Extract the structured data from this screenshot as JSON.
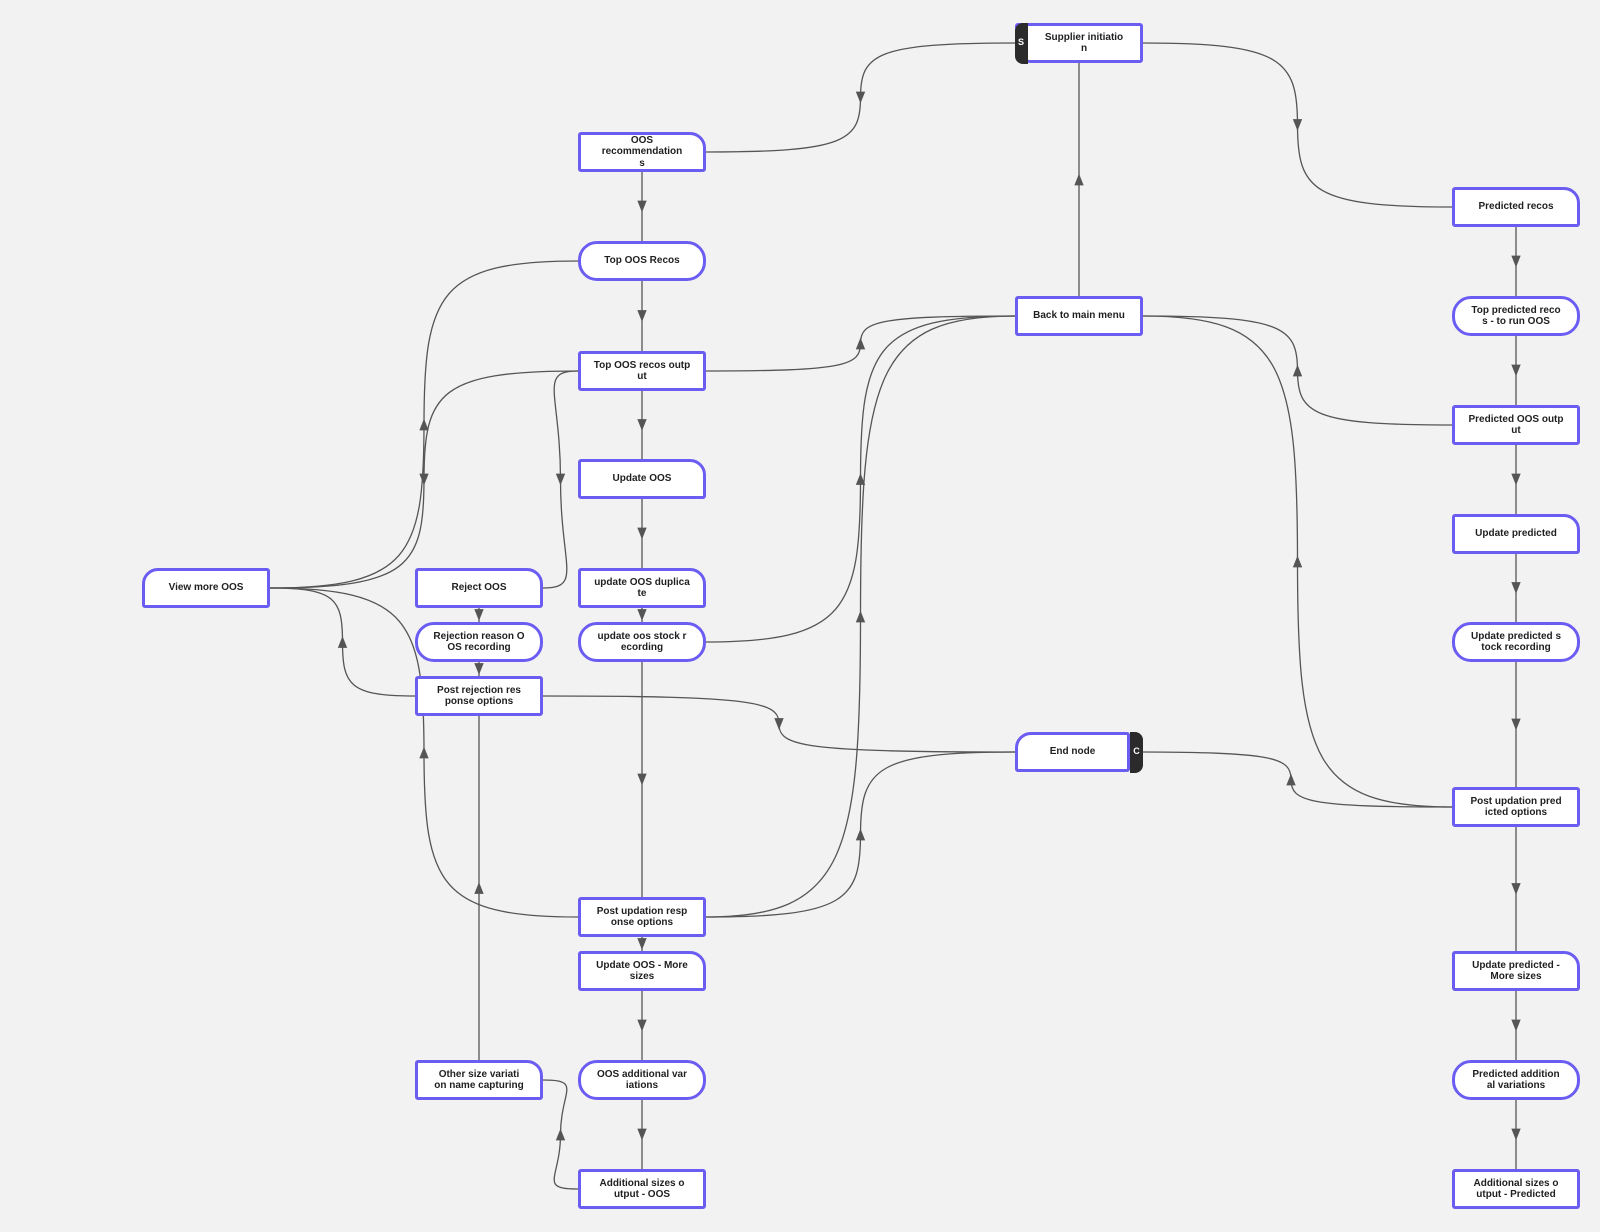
{
  "diagram": {
    "nodes": [
      {
        "id": "supplier_initiation",
        "label": "Supplier initiatio\nn",
        "badge": "S"
      },
      {
        "id": "oos_recommendations",
        "label": "OOS recommendation\ns"
      },
      {
        "id": "top_oos_recos",
        "label": "Top OOS Recos"
      },
      {
        "id": "top_oos_recos_output",
        "label": "Top OOS recos outp\nut"
      },
      {
        "id": "update_oos",
        "label": "Update OOS"
      },
      {
        "id": "update_oos_duplicate",
        "label": "update OOS duplica\nte"
      },
      {
        "id": "update_oos_stock_recording",
        "label": "update oos stock r\necording"
      },
      {
        "id": "view_more_oos",
        "label": "View more OOS"
      },
      {
        "id": "reject_oos",
        "label": "Reject OOS"
      },
      {
        "id": "rejection_reason",
        "label": "Rejection reason O\nOS recording"
      },
      {
        "id": "post_rejection",
        "label": "Post rejection res\nponse options"
      },
      {
        "id": "back_to_main_menu",
        "label": "Back to main menu"
      },
      {
        "id": "end_node",
        "label": "End node",
        "badge": "C"
      },
      {
        "id": "post_updation_response",
        "label": "Post updation resp\nonse options"
      },
      {
        "id": "update_oos_more_sizes",
        "label": "Update OOS - More\nsizes"
      },
      {
        "id": "oos_additional_variations",
        "label": "OOS additional var\niations"
      },
      {
        "id": "additional_sizes_output_oos",
        "label": "Additional sizes o\nutput - OOS"
      },
      {
        "id": "other_size_variation",
        "label": "Other size variati\non name capturing"
      },
      {
        "id": "predicted_recos",
        "label": "Predicted recos"
      },
      {
        "id": "top_predicted_recos",
        "label": "Top predicted reco\ns - to run OOS"
      },
      {
        "id": "predicted_oos_output",
        "label": "Predicted OOS outp\nut"
      },
      {
        "id": "update_predicted",
        "label": "Update predicted"
      },
      {
        "id": "update_predicted_stock_recording",
        "label": "Update predicted s\ntock recording"
      },
      {
        "id": "post_updation_predicted",
        "label": "Post updation pred\nicted options"
      },
      {
        "id": "update_predicted_more_sizes",
        "label": "Update predicted -\nMore sizes"
      },
      {
        "id": "predicted_additional_variations",
        "label": "Predicted addition\nal variations"
      },
      {
        "id": "additional_sizes_output_predicted",
        "label": "Additional sizes o\nutput - Predicted"
      }
    ],
    "edges": [
      [
        "supplier_initiation",
        "oos_recommendations"
      ],
      [
        "supplier_initiation",
        "predicted_recos"
      ],
      [
        "oos_recommendations",
        "top_oos_recos"
      ],
      [
        "top_oos_recos",
        "top_oos_recos_output"
      ],
      [
        "top_oos_recos_output",
        "update_oos"
      ],
      [
        "update_oos",
        "update_oos_duplicate"
      ],
      [
        "update_oos_duplicate",
        "update_oos_stock_recording"
      ],
      [
        "update_oos_stock_recording",
        "post_updation_response"
      ],
      [
        "post_updation_response",
        "update_oos_more_sizes"
      ],
      [
        "update_oos_more_sizes",
        "oos_additional_variations"
      ],
      [
        "oos_additional_variations",
        "additional_sizes_output_oos"
      ],
      [
        "additional_sizes_output_oos",
        "other_size_variation"
      ],
      [
        "other_size_variation",
        "post_rejection"
      ],
      [
        "view_more_oos",
        "top_oos_recos"
      ],
      [
        "top_oos_recos_output",
        "view_more_oos"
      ],
      [
        "top_oos_recos_output",
        "reject_oos"
      ],
      [
        "reject_oos",
        "rejection_reason"
      ],
      [
        "rejection_reason",
        "post_rejection"
      ],
      [
        "post_rejection",
        "view_more_oos"
      ],
      [
        "post_rejection",
        "end_node"
      ],
      [
        "post_updation_response",
        "view_more_oos"
      ],
      [
        "top_oos_recos_output",
        "back_to_main_menu"
      ],
      [
        "update_oos_stock_recording",
        "back_to_main_menu"
      ],
      [
        "post_updation_response",
        "back_to_main_menu"
      ],
      [
        "post_updation_response",
        "end_node"
      ],
      [
        "back_to_main_menu",
        "supplier_initiation"
      ],
      [
        "predicted_oos_output",
        "back_to_main_menu"
      ],
      [
        "post_updation_predicted",
        "back_to_main_menu"
      ],
      [
        "post_updation_predicted",
        "end_node"
      ],
      [
        "predicted_recos",
        "top_predicted_recos"
      ],
      [
        "top_predicted_recos",
        "predicted_oos_output"
      ],
      [
        "predicted_oos_output",
        "update_predicted"
      ],
      [
        "update_predicted",
        "update_predicted_stock_recording"
      ],
      [
        "update_predicted_stock_recording",
        "post_updation_predicted"
      ],
      [
        "post_updation_predicted",
        "update_predicted_more_sizes"
      ],
      [
        "update_predicted_more_sizes",
        "predicted_additional_variations"
      ],
      [
        "predicted_additional_variations",
        "additional_sizes_output_predicted"
      ]
    ]
  },
  "colors": {
    "background": "#f2f2f2",
    "node_border": "#6b5cf2",
    "node_fill": "#ffffff",
    "edge": "#555555",
    "badge": "#2b2b2b"
  }
}
